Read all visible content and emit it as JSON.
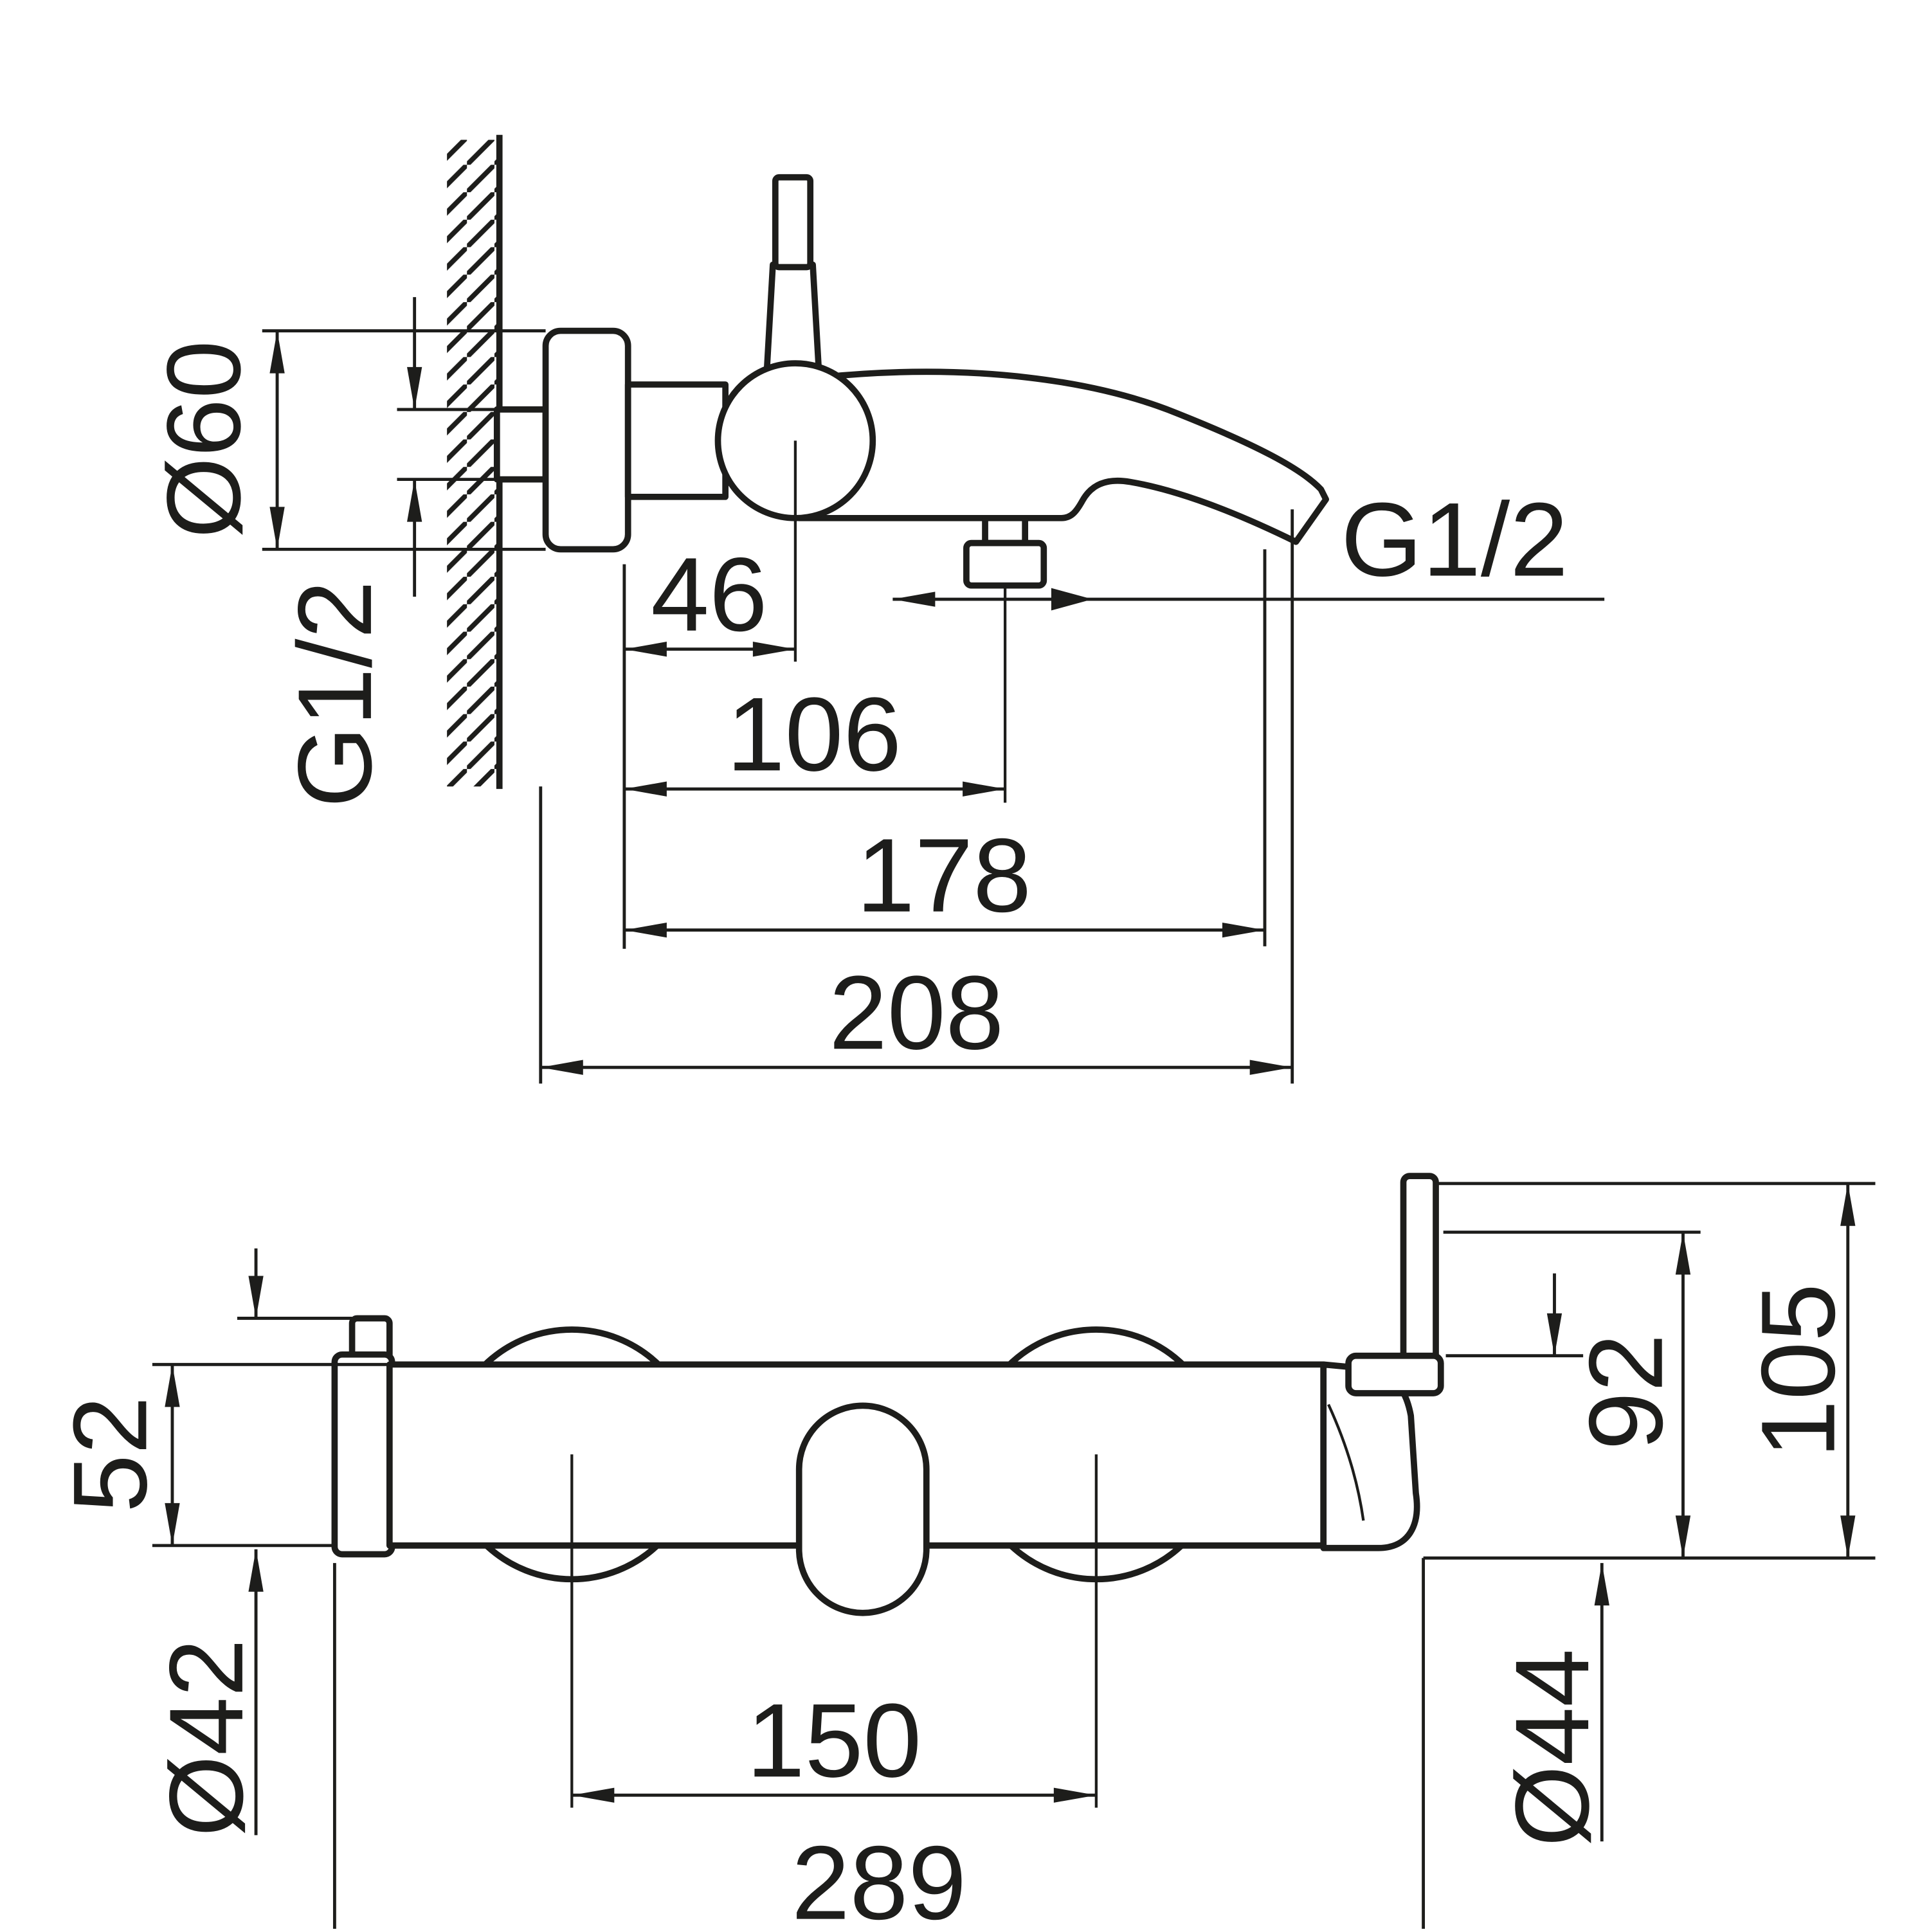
{
  "drawing": {
    "side_view": {
      "flange_diameter_label": "Ø60",
      "inlet_thread_label": "G1/2",
      "dim_46_label": "46",
      "dim_106_label": "106",
      "dim_178_label": "178",
      "dim_208_label": "208",
      "outlet_thread_label": "G1/2"
    },
    "plan_view": {
      "dim_52_label": "52",
      "dim_o42_label": "Ø42",
      "dim_150_label": "150",
      "dim_289_label": "289",
      "dim_92_label": "92",
      "dim_105_label": "105",
      "dim_o44_label": "Ø44"
    },
    "colors": {
      "line": "#1d1d1b",
      "background": "#ffffff"
    }
  }
}
